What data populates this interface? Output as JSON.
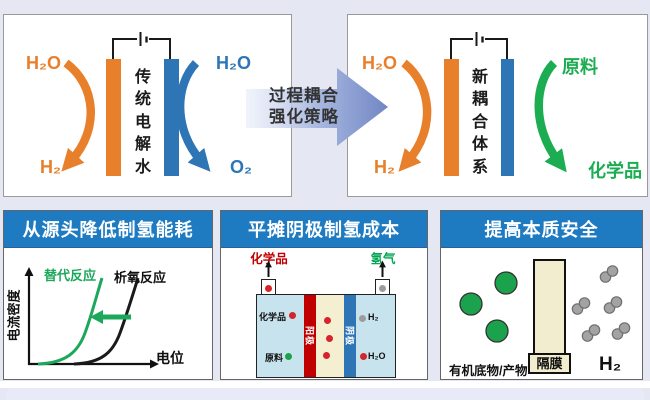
{
  "top": {
    "traditional": {
      "water_left": "H₂O",
      "hydrogen": "H₂",
      "system": "传统电解水",
      "water_right": "H₂O",
      "oxygen": "O₂"
    },
    "arrow": {
      "line1": "过程耦合",
      "line2": "强化策略"
    },
    "coupled": {
      "water": "H₂O",
      "hydrogen": "H₂",
      "system": "新耦合体系",
      "feed": "原料",
      "chemical": "化学品"
    }
  },
  "bottom": {
    "energy": {
      "title": "从源头降低制氢能耗",
      "alt": "替代反应",
      "oer": "析氧反应",
      "ylabel": "电流密度",
      "xlabel": "电位"
    },
    "cost": {
      "title": "平摊阴极制氢成本",
      "chem_out": "化学品",
      "h2_out": "氢气",
      "anode": "阳极",
      "cathode": "阴极",
      "chem": "化学品",
      "feed": "原料",
      "h2": "H₂",
      "h2o": "H₂O"
    },
    "safety": {
      "title": "提高本质安全",
      "membrane": "隔膜",
      "organics": "有机底物/产物",
      "h2": "H₂"
    }
  },
  "chart_data": {
    "type": "line",
    "title": "从源头降低制氢能耗",
    "xlabel": "电位",
    "ylabel": "电流密度",
    "series": [
      {
        "name": "替代反应",
        "color": "#1CA85B",
        "shape": "exponential onset at lower potential"
      },
      {
        "name": "析氧反应",
        "color": "#1a1a1a",
        "shape": "exponential onset at higher potential"
      }
    ],
    "annotation": "green left-pointing arrow: potential shift from 析氧反应 curve to 替代反应 curve"
  },
  "colors": {
    "orange": "#E8802B",
    "blue": "#2E75B6",
    "green": "#1CAD52",
    "header_blue": "#1E7BC2",
    "anode_red": "#C00000",
    "dot_red": "#D6242B",
    "cell_blue": "#C7E4EE",
    "membrane_cream": "#F3EDCF",
    "molecule_gray": "#9C9C9C",
    "coupling_arrow_blue": "#7186C4",
    "background": "#E5E7F3"
  }
}
